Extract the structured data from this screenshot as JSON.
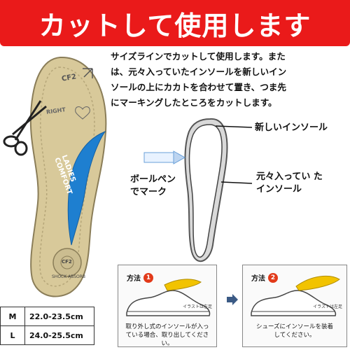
{
  "banner": {
    "title": "カットして使用します"
  },
  "instructions": {
    "line1": "サイズラインでカットして使用します。また",
    "line2": "は、元々入っていたインソールを新しいイン",
    "line3": "ソールの上にカカトを合わせて置き、つま先",
    "line4": "にマーキングしたところをカットします。"
  },
  "insole": {
    "mark_top": "CF2",
    "mark_right": "RIGHT",
    "logo_line1": "LADIES",
    "logo_line2": "COMFORT",
    "heel_code": "CF2",
    "heel_text": "SHOCK ABSORB"
  },
  "diagram": {
    "new_insole": "新しいインソール",
    "original_line1": "元々入ってい た",
    "original_line2": "インソール",
    "pen_line1": "ボールペン",
    "pen_line2": "でマーク"
  },
  "step1": {
    "label": "方法",
    "number": "1",
    "note": "イラストは左足",
    "text_line1": "取り外し式のインソールが入っ",
    "text_line2": "ている場合、取り出してください。"
  },
  "step2": {
    "label": "方法",
    "number": "2",
    "note": "イラストは左足",
    "text_line1": "シューズにインソールを装着",
    "text_line2": "してください。"
  },
  "sizes": [
    {
      "size": "M",
      "range": "22.0-23.5cm"
    },
    {
      "size": "L",
      "range": "24.0-25.5cm"
    }
  ],
  "colors": {
    "banner": "#ea1a1a",
    "insole": "#d8c99a",
    "pad": "#1e7fd0",
    "accent": "#f2c300"
  }
}
